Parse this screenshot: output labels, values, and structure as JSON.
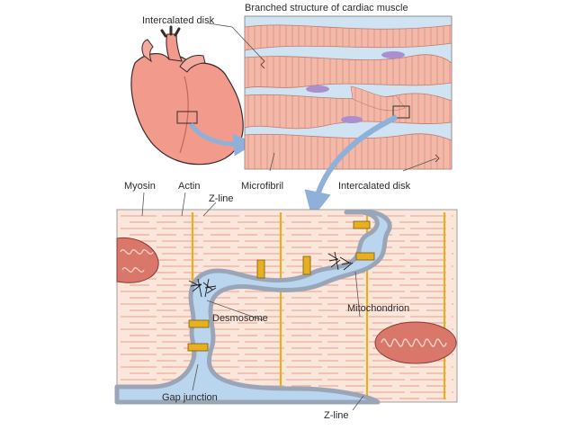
{
  "labels": {
    "intercalated_disk_top": "Intercalated disk",
    "branched_structure_title": "Branched structure of cardiac muscle",
    "myosin": "Myosin",
    "actin": "Actin",
    "microfibril": "Microfibril",
    "intercalated_disk_right": "Intercalated disk",
    "z_line_top": "Z-line",
    "desmosome": "Desmosome",
    "mitochondrion": "Mitochondrion",
    "gap_junction": "Gap junction",
    "z_line_bottom": "Z-line"
  },
  "colors": {
    "heart": "#f29a8c",
    "heart_outline": "#3a2a2a",
    "muscle_fiber": "#f2b8a8",
    "muscle_stripe": "#d98f80",
    "tissue_background": "#cfe3f2",
    "panel_background": "#fbe6dc",
    "actin": "#f0a088",
    "myosin": "#e9b7a6",
    "z_line": "#e8b020",
    "membrane": "#9aa6b8",
    "gap_fill": "#b9d6ee",
    "mitochondrion": "#d9776a",
    "arrow": "#8fb0d8",
    "nucleus": "#a98fd0"
  }
}
